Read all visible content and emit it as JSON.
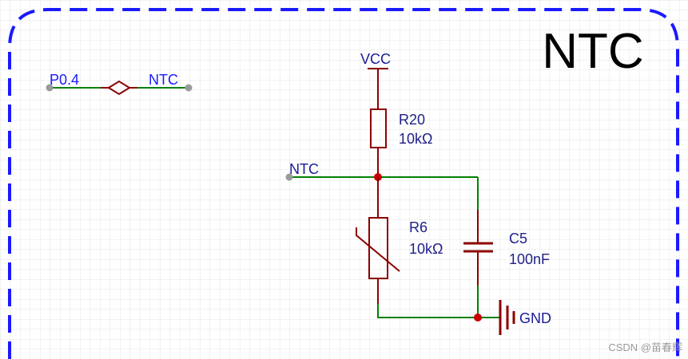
{
  "sheet": {
    "title": "NTC"
  },
  "net_labels": {
    "p04": "P0.4",
    "ntc_top": "NTC",
    "ntc_left": "NTC",
    "vcc": "VCC",
    "gnd": "GND"
  },
  "components": {
    "r20": {
      "ref": "R20",
      "value": "10kΩ"
    },
    "r6": {
      "ref": "R6",
      "value": "10kΩ"
    },
    "c5": {
      "ref": "C5",
      "value": "100nF"
    }
  },
  "watermark": "CSDN @苗春辉",
  "colors": {
    "grid": "#e6e6e6",
    "frame": "#1a1aff",
    "wire": "#008000",
    "component": "#8b0000",
    "junction": "#cc0000",
    "pin": "#9a9a9a",
    "net_text": "#1a1a9a",
    "ref_text": "#20208a"
  }
}
